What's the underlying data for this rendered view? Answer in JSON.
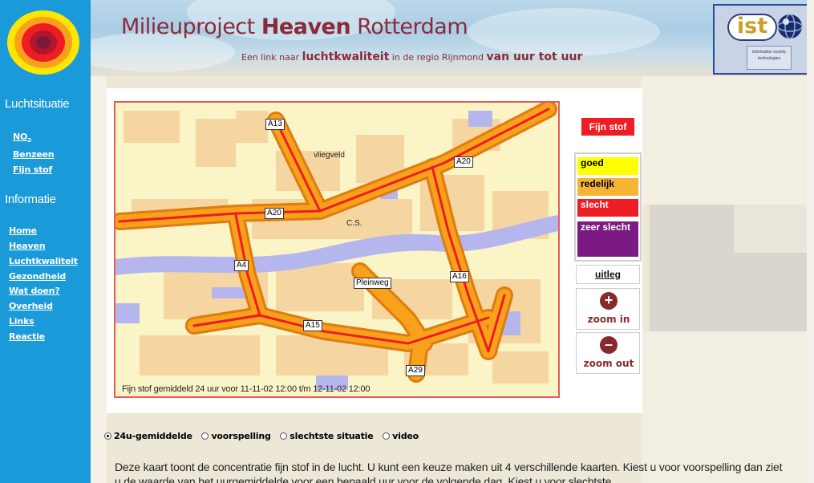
{
  "header": {
    "title_pre": "Milieuproject ",
    "title_bold": "Heaven",
    "title_post": " Rotterdam",
    "subtitle_1": "Een link naar ",
    "subtitle_2": "luchtkwaliteit",
    "subtitle_3": " in de regio Rijnmond ",
    "subtitle_4": "van uur tot uur",
    "ist_logo_text": "ist",
    "ist_tagline": "information society technologies"
  },
  "sidebar": {
    "heading_luchtsituatie": "Luchtsituatie",
    "pollutants": [
      {
        "label": "NO",
        "sub": "2"
      },
      {
        "label": "Benzeen"
      },
      {
        "label": "Fijn stof"
      }
    ],
    "heading_informatie": "Informatie",
    "links": [
      "Home",
      "Heaven",
      "Luchtkwaliteit",
      "Gezondheid",
      "Wat doen?",
      "Overheid",
      "Links",
      "Reactie"
    ]
  },
  "map": {
    "road_labels": [
      "A13",
      "A20",
      "A20",
      "A4",
      "A16",
      "A15",
      "A29",
      "Pleinweg"
    ],
    "places": [
      "vliegveld",
      "C.S."
    ],
    "caption": "Fijn stof gemiddeld 24 uur voor 11-11-02 12:00 t/m 12-11-02 12:00"
  },
  "legend": {
    "pollutant_tag": "Fijn stof",
    "levels": [
      {
        "label": "goed",
        "color": "#ffff00",
        "text_color": "#000000"
      },
      {
        "label": "redelijk",
        "color": "#f5b432",
        "text_color": "#000000"
      },
      {
        "label": "slecht",
        "color": "#ee1c24",
        "text_color": "#ffffff"
      },
      {
        "label": "zeer slecht",
        "color": "#7a1a82",
        "text_color": "#ffffff"
      }
    ],
    "explain": "uitleg",
    "zoom_in": "zoom in",
    "zoom_out": "zoom out"
  },
  "options": [
    {
      "label": "24u-gemiddelde",
      "selected": true
    },
    {
      "label": "voorspelling",
      "selected": false
    },
    {
      "label": "slechtste situatie",
      "selected": false
    },
    {
      "label": "video",
      "selected": false
    }
  ],
  "description": "Deze kaart toont de concentratie fijn stof in de lucht. U kunt een keuze maken uit 4 verschillende kaarten. Kiest u voor voorspelling dan ziet u de waarde van het uurgemiddelde voor een bepaald uur voor de volgende dag. Kiest u voor slechtste"
}
